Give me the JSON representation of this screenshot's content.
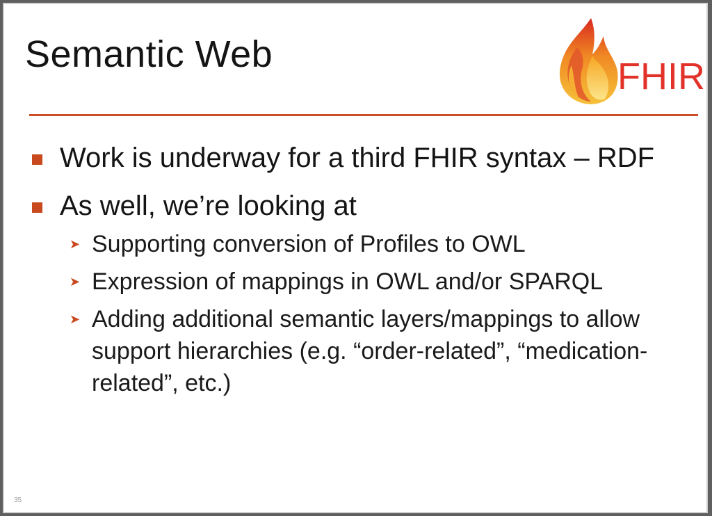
{
  "slide": {
    "title": "Semantic Web",
    "logo_text": "FHIR",
    "page_number": "35",
    "accent_color": "#c84a1e",
    "divider_color": "#cf4d24"
  },
  "bullets": [
    {
      "text": "Work is underway for a third FHIR syntax – RDF"
    },
    {
      "text": "As well, we’re looking at",
      "sub": [
        {
          "text": "Supporting conversion of Profiles to OWL"
        },
        {
          "text": "Expression of mappings in OWL and/or SPARQL"
        },
        {
          "text": "Adding additional semantic layers/mappings to allow support hierarchies (e.g. “order-related”, “medication-related”, etc.)"
        }
      ]
    }
  ],
  "icons": {
    "bullet": "square-bullet-icon",
    "sub_bullet": "arrowhead-bullet-icon",
    "logo": "fhir-flame-logo"
  }
}
